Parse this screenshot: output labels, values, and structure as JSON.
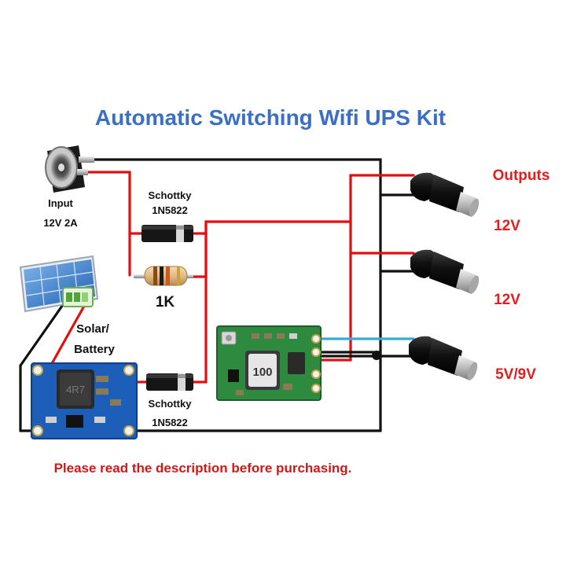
{
  "title": "Automatic Switching Wifi UPS Kit",
  "input": {
    "line1": "Input",
    "line2": "12V  2A"
  },
  "schottky_top": {
    "line1": "Schottky",
    "line2": "1N5822"
  },
  "resistor": {
    "value": "1K",
    "bands": [
      "#8b4a1c",
      "#1a1a1a",
      "#d4561a",
      "#c9a23a"
    ]
  },
  "solar": {
    "line1": "Solar/",
    "line2": "Battery"
  },
  "boost_module": {
    "inductor_marking": "4R7"
  },
  "buck_module": {
    "inductor_marking": "100"
  },
  "schottky_bottom": {
    "line1": "Schottky",
    "line2": "1N5822"
  },
  "outputs": {
    "heading": "Outputs",
    "labels": [
      "12V",
      "12V",
      "5V/9V"
    ]
  },
  "notice": "Please read the description before purchasing.",
  "colors": {
    "title_blue": "#3a6fc4",
    "label_red": "#e02020",
    "wire_red": "#e01010",
    "wire_black": "#111111",
    "wire_blue": "#39a9dc",
    "pcb_blue": "#1d5fb8",
    "pcb_green": "#2e8a3e"
  }
}
